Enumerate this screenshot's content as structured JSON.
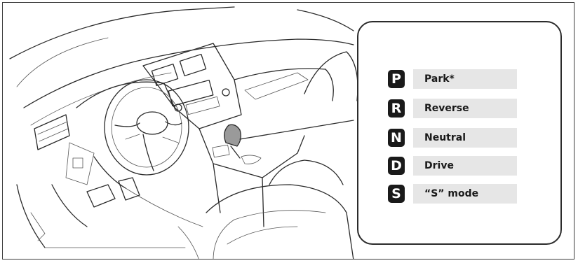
{
  "gears": [
    {
      "letter": "P",
      "label": "Park*"
    },
    {
      "letter": "R",
      "label": "Reverse"
    },
    {
      "letter": "N",
      "label": "Neutral"
    },
    {
      "letter": "D",
      "label": "Drive"
    },
    {
      "letter": "S",
      "label": "“S” mode"
    }
  ]
}
